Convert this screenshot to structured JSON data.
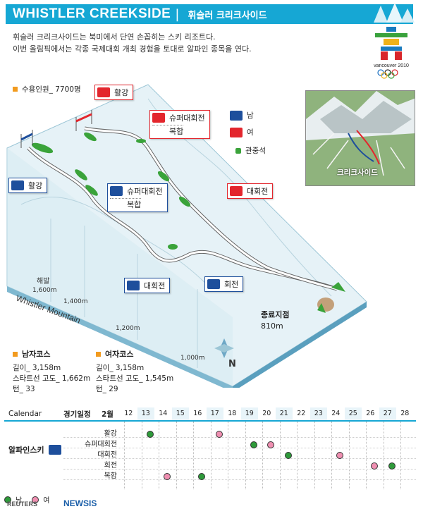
{
  "header": {
    "title_en": "WHISTLER CREEKSIDE",
    "title_ko": "휘슬러 크리크사이드"
  },
  "intro": {
    "line1": "휘슬러 크리크사이드는 북미에서 단연 손꼽히는 스키 리조트다.",
    "line2": "이번 올림픽에서는 각종 국제대회 개최 경험을 토대로 알파인 종목을 연다."
  },
  "logo": {
    "text": "vancouver 2010"
  },
  "capacity": {
    "label": "수용인원_ 7700명"
  },
  "legend": {
    "men": "남",
    "women": "여",
    "stands": "관중석"
  },
  "inset": {
    "label": "크리크사이드"
  },
  "map": {
    "labels": {
      "downhill_women": "활강",
      "downhill_men": "활강",
      "supercombi_women_1": "슈퍼대회전",
      "supercombi_women_2": "복합",
      "supercombi_men_1": "슈퍼대회전",
      "supercombi_men_2": "복합",
      "gs_women": "대회전",
      "gs_men": "대회전",
      "slalom": "회전"
    },
    "elevation_title": "해발",
    "elevations": [
      "1,600m",
      "1,400m",
      "1,200m",
      "1,000m"
    ],
    "mountain": "Whistler Mountain",
    "finish_title": "종료지점",
    "finish_elev": "810m",
    "compass": "N"
  },
  "courses": {
    "men": {
      "title": "남자코스",
      "length": "길이_ 3,158m",
      "start": "스타트선 고도_ 1,662m",
      "turns": "턴_ 33"
    },
    "women": {
      "title": "여자코스",
      "length": "길이_ 3,158m",
      "start": "스타트선 고도_ 1,545m",
      "turns": "턴_ 29"
    }
  },
  "calendar": {
    "label": "Calendar",
    "sublabel": "경기일정",
    "month": "2월",
    "days": [
      "12",
      "13",
      "14",
      "15",
      "16",
      "17",
      "18",
      "19",
      "20",
      "21",
      "22",
      "23",
      "24",
      "25",
      "26",
      "27",
      "28"
    ],
    "sport": "알파인스키",
    "events": [
      "활강",
      "슈퍼대회전",
      "대회전",
      "회전",
      "복합"
    ],
    "schedule": [
      {
        "event": 0,
        "men": [
          "13"
        ],
        "women": [
          "17"
        ]
      },
      {
        "event": 1,
        "men": [
          "19"
        ],
        "women": [
          "20"
        ]
      },
      {
        "event": 2,
        "men": [
          "21"
        ],
        "women": [
          "24"
        ]
      },
      {
        "event": 3,
        "men": [
          "27"
        ],
        "women": [
          "26"
        ]
      },
      {
        "event": 4,
        "men": [
          "16"
        ],
        "women": [
          "14"
        ]
      }
    ],
    "legend_men": "남",
    "legend_women": "여",
    "colors": {
      "men": "#2e9a3a",
      "women": "#ef8fb1",
      "header": "#16a7d4",
      "month_bg": "#f4f4f4"
    }
  },
  "footer": {
    "reuters": "REUTERS",
    "newsis": "NEWSIS"
  }
}
